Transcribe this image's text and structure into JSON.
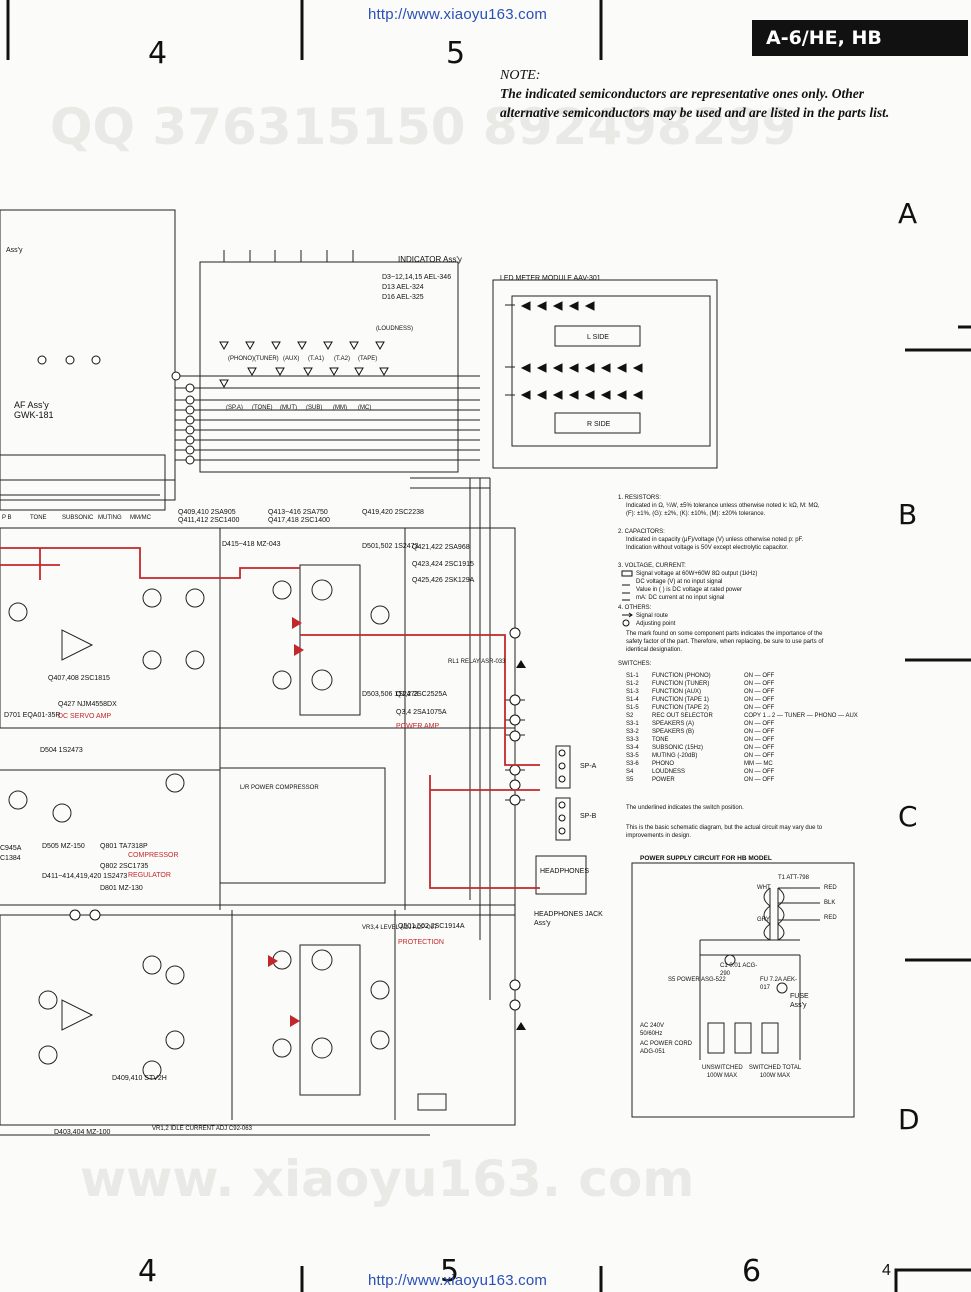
{
  "header": {
    "url_top": "http://www.xiaoyu163.com",
    "url_bottom": "http://www.xiaoyu163.com",
    "model_badge": "A-6/HE, HB",
    "col_top": [
      "4",
      "5"
    ],
    "col_bottom": [
      "4",
      "5",
      "6"
    ],
    "page_number": "4",
    "rows": [
      "A",
      "B",
      "C",
      "D"
    ]
  },
  "watermarks": {
    "qq": "QQ 376315150  892498299",
    "site": "www. xiaoyu163. com"
  },
  "note": {
    "heading": "NOTE:",
    "body": "The indicated semiconductors are representative ones only. Other alternative semiconductors may be used and are listed in the parts list."
  },
  "labels": {
    "af_assy": "AF Ass'y",
    "af_part": "GWK-181",
    "assy_top": "Ass'y",
    "indicator_assy": "INDICATOR Ass'y",
    "indicator_parts": [
      "D3~12,14,15  AEL-346",
      "D13  AEL-324",
      "D16  AEL-325"
    ],
    "led_meter": "LED METER MODULE  AAV-301",
    "l_side": "L SIDE",
    "r_side": "R SIDE",
    "loudness": "(LOUDNESS)",
    "leds_top": [
      "(PHONO)",
      "(TUNER)",
      "(AUX)",
      "(T.A1)",
      "(T.A2)",
      "(TAPE)"
    ],
    "leds_bottom": [
      "(SP.A)",
      "(TONE)",
      "(MUT)",
      "(SUB)",
      "(MM)",
      "(MC)"
    ],
    "tone_row": [
      "P B",
      "TONE",
      "SUBSONIC",
      "MUTING",
      "MM/MC"
    ],
    "q409_410": "Q409,410  2SA905",
    "q411_412": "Q411,412  2SC1400",
    "q413_416": "Q413~416  2SA750",
    "q417_418": "Q417,418  2SC1400",
    "q419_420": "Q419,420  2SC2238",
    "d415": "D415~418  MZ-043",
    "d501": "D501,502  1S2473",
    "q421": "Q421,422  2SA968",
    "q423": "Q423,424  2SC1915",
    "q425": "Q425,426  2SK129A",
    "relay": "RL1  RELAY  ASR-033",
    "d503_506": "D503,506  1S2473",
    "q1_2": "Q1,2  2SC2525A",
    "q3_4": "Q3,4  2SA1075A",
    "power_amp": "POWER AMP",
    "q407_408": "Q407,408  2SC1815",
    "q427": "Q427  NJM4558DX",
    "servo": "DC SERVO AMP",
    "d701": "D701  EQA01-35R",
    "d504": "D504  1S2473",
    "d505": "D505  MZ-150",
    "q801": "Q801  TA7318P",
    "compressor": "COMPRESSOR",
    "q802": "Q802  2SC1735",
    "regulator": "REGULATOR",
    "d411": "D411~414,419,420  1S2473",
    "d801": "D801  MZ-130",
    "d409": "D409,410  STV2H",
    "d403": "D403,404  MZ-100",
    "vr1_2": "VR1,2  IDLE CURRENT ADJ  C92-063",
    "vr3_4": "VR3,4  LEVEL ADJ  ACP-007",
    "q501_502": "Q501,502  2SC1914A",
    "protection": "PROTECTION",
    "headphones": "HEADPHONES",
    "headphones_jack": "HEADPHONES JACK Ass'y",
    "sp_a": "SP-A",
    "sp_b": "SP-B",
    "power_compressor": "L/R POWER COMPRESSOR",
    "c945a": "C945A",
    "c1384": "C1384"
  },
  "legend": {
    "resistors_title": "1. RESISTORS:",
    "resistors_text": "Indicated in Ω, ¼W, ±5% tolerance unless otherwise noted k: kΩ, M: MΩ, (F): ±1%, (G): ±2%, (K): ±10%, (M): ±20% tolerance.",
    "capacitors_title": "2. CAPACITORS:",
    "capacitors_text": "Indicated in capacity (μF)/voltage (V) unless otherwise noted p: pF. Indication without voltage is 50V except electrolytic capacitor.",
    "voltage_title": "3. VOLTAGE, CURRENT:",
    "voltage_lines": [
      "Signal voltage at 60W+60W 8Ω output (1kHz)",
      "DC voltage (V) at no input signal",
      "Value in ( ) is DC voltage at rated power",
      "mA: DC current at no input signal"
    ],
    "others_title": "4. OTHERS:",
    "others_lines": [
      "Signal route",
      "Adjusting point",
      "The mark found on some component parts indicates the importance of the safety factor of the part. Therefore, when replacing, be sure to use parts of identical designation."
    ],
    "switches_title": "SWITCHES:",
    "switches": [
      [
        "S1-1",
        "FUNCTION (PHONO)",
        "ON — OFF"
      ],
      [
        "S1-2",
        "FUNCTION (TUNER)",
        "ON — OFF"
      ],
      [
        "S1-3",
        "FUNCTION (AUX)",
        "ON — OFF"
      ],
      [
        "S1-4",
        "FUNCTION (TAPE 1)",
        "ON — OFF"
      ],
      [
        "S1-5",
        "FUNCTION (TAPE 2)",
        "ON — OFF"
      ],
      [
        "S2",
        "REC OUT SELECTOR",
        "COPY 1→2 — TUNER — PHONO — AUX"
      ],
      [
        "S3-1",
        "SPEAKERS (A)",
        "ON — OFF"
      ],
      [
        "S3-2",
        "SPEAKERS (B)",
        "ON — OFF"
      ],
      [
        "S3-3",
        "TONE",
        "ON — OFF"
      ],
      [
        "S3-4",
        "SUBSONIC (15Hz)",
        "ON — OFF"
      ],
      [
        "S3-5",
        "MUTING (-20dB)",
        "ON — OFF"
      ],
      [
        "S3-6",
        "PHONO",
        "MM — MC"
      ],
      [
        "S4",
        "LOUDNESS",
        "ON — OFF"
      ],
      [
        "S5",
        "POWER",
        "ON — OFF"
      ]
    ],
    "underline_note": "The underlined indicates the switch position.",
    "basic_note": "This is the basic schematic diagram, but the actual circuit may vary due to improvements in design."
  },
  "power_supply": {
    "title": "POWER SUPPLY CIRCUIT FOR HB MODEL",
    "transformer": "T1  ATT-798",
    "wires": [
      "RED",
      "BLK",
      "RED",
      "WHT",
      "GRY"
    ],
    "s5": "S5 POWER  ASG-522",
    "c1": "C1  0.01  ACG-290",
    "fuse_part": "FU 7.2A  AEK-017",
    "fuse_assy": "FUSE Ass'y",
    "ac_in": "AC 240V 50/60Hz",
    "cord": "AC POWER CORD  ADG-051",
    "outlet_unswitched": "UNSWITCHED 100W MAX",
    "outlet_switched": "SWITCHED TOTAL 100W MAX"
  }
}
